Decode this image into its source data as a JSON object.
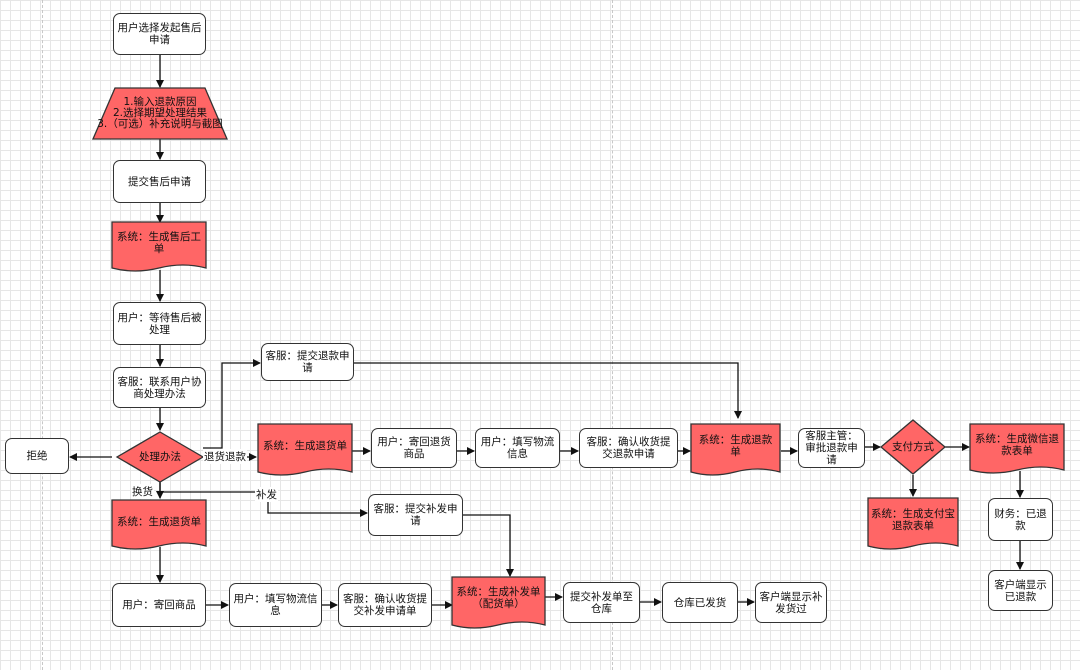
{
  "colors": {
    "accent_fill": "#ff6666",
    "stroke": "#333333",
    "node_fill": "#ffffff"
  },
  "nodes": {
    "start": "用户选择发起售后申请",
    "input": [
      "1.输入退款原因",
      "2.选择期望处理结果",
      "3.（可选）补充说明与截图"
    ],
    "submit": "提交售后申请",
    "gen_ticket": "系统：生成售后工单",
    "wait": "用户：等待售后被处理",
    "contact": "客服：联系用户协商处理办法",
    "decision": "处理办法",
    "reject": "拒绝",
    "cs_refund_req": "客服：提交退款申请",
    "gen_return_1": "系统：生成退货单",
    "user_ship_return": "用户：寄回退货商品",
    "user_logistics_1": "用户：填写物流信息",
    "cs_confirm_refund": "客服：确认收货提交退款申请",
    "gen_refund": "系统：生成退款单",
    "supervisor": "客服主管：审批退款申请",
    "pay_method": "支付方式",
    "wechat_form": "系统：生成微信退款表单",
    "alipay_form": "系统：生成支付宝退款表单",
    "finance": "财务：已退款",
    "client_refunded": "客户端显示已退款",
    "cs_resend_req": "客服：提交补发申请",
    "gen_return_2": "系统：生成退货单",
    "user_ship_back": "用户：寄回商品",
    "user_logistics_2": "用户：填写物流信息",
    "cs_confirm_resend": "客服：确认收货提交补发申请单",
    "gen_resend": "系统：生成补发单（配货单）",
    "submit_warehouse": "提交补发单至仓库",
    "shipped": "仓库已发货",
    "client_resent": "客户端显示补发货过"
  },
  "edge_labels": {
    "refund": "退货退款",
    "exchange": "换货",
    "resend": "补发"
  }
}
